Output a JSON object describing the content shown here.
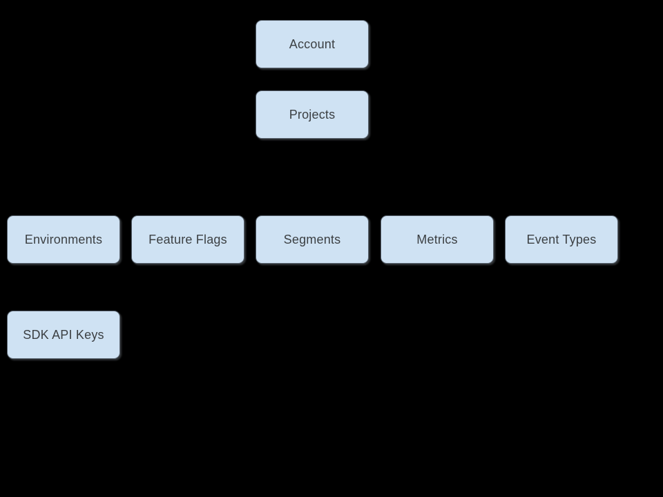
{
  "diagram": {
    "colors": {
      "canvas_background": "#000000",
      "node_fill": "#cfe2f3",
      "node_text": "#3c4043"
    },
    "nodes": [
      {
        "id": "account",
        "label": "Account"
      },
      {
        "id": "projects",
        "label": "Projects"
      },
      {
        "id": "environments",
        "label": "Environments"
      },
      {
        "id": "feature-flags",
        "label": "Feature Flags"
      },
      {
        "id": "segments",
        "label": "Segments"
      },
      {
        "id": "metrics",
        "label": "Metrics"
      },
      {
        "id": "event-types",
        "label": "Event Types"
      },
      {
        "id": "sdk-api-keys",
        "label": "SDK API Keys"
      }
    ]
  }
}
